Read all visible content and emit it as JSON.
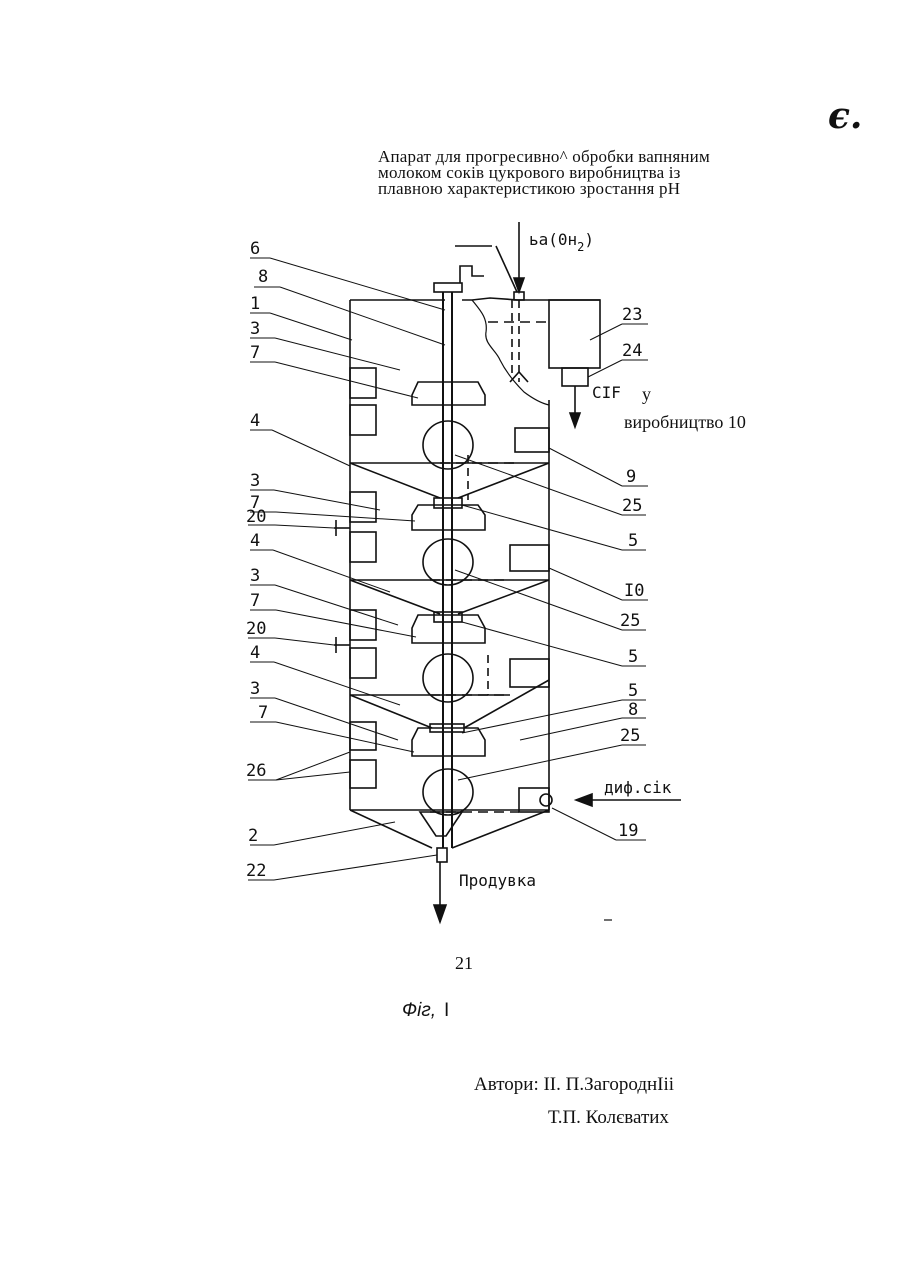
{
  "corner_mark": "є.",
  "title_lines": [
    "Апарат для прогресивно^ обробки вапняним",
    "молоком соків цукрового виробництва із",
    "плавною характеристикою зростання рН"
  ],
  "diagram": {
    "inlet_reagent": "ьа(0н",
    "inlet_reagent_sub": "2",
    "inlet_reagent_close": ")",
    "outlet_label": "CIF",
    "outlet_destination_prefix": "у",
    "outlet_destination": "виробництво 10",
    "diffusion_inlet": "диф.сік",
    "purge": "Продувка",
    "left_callouts": [
      "6",
      "8",
      "1",
      "3",
      "7",
      "4",
      "3",
      "7",
      "20",
      "4",
      "3",
      "7",
      "20",
      "4",
      "3",
      "7",
      "26",
      "2",
      "22"
    ],
    "right_callouts": [
      "23",
      "24",
      "9",
      "25",
      "5",
      "I0",
      "25",
      "5",
      "5",
      "8",
      "25",
      "19"
    ]
  },
  "figure_number": "21",
  "figure_caption": "Фіг,",
  "figure_caption_num": "I",
  "authors_line1": "Автори: ІІ. П.ЗагороднІіі",
  "authors_line2": "Т.П. Колєватих"
}
